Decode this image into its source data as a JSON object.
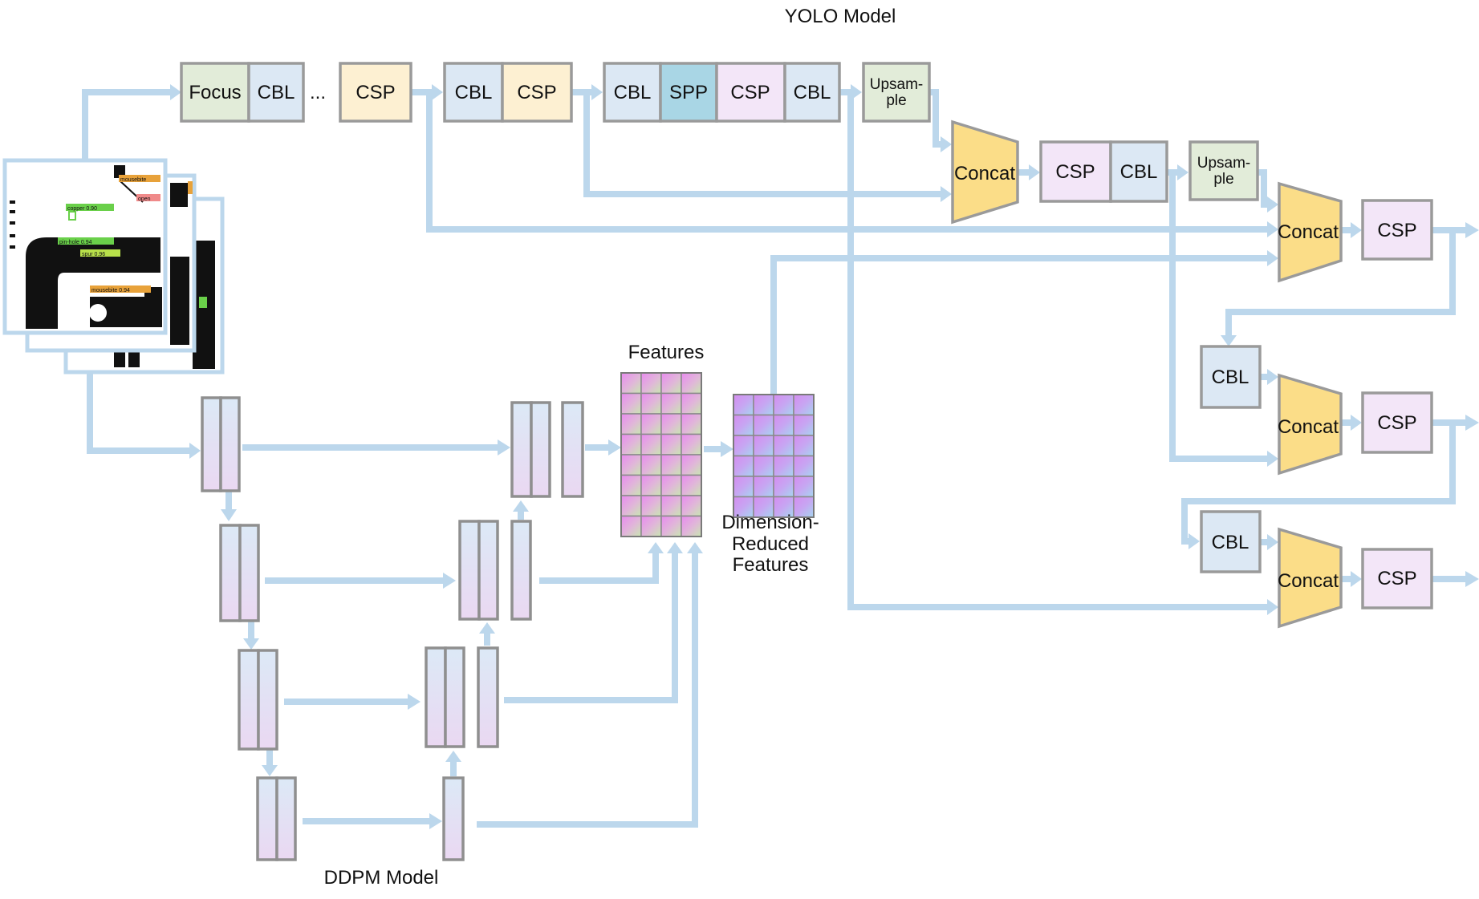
{
  "titles": {
    "yolo": "YOLO Model",
    "ddpm": "DDPM Model",
    "features": "Features",
    "reduced_line1": "Dimension-",
    "reduced_line2": "Reduced",
    "reduced_line3": "Features"
  },
  "blocks": {
    "focus": "Focus",
    "cbl": "CBL",
    "ellipsis": "...",
    "csp": "CSP",
    "spp": "SPP",
    "upsample_line1": "Upsam-",
    "upsample_line2": "ple",
    "concat": "Concat"
  },
  "pcb_labels": {
    "copper": "copper 0.90",
    "pinhole": "pin-hole 0.94",
    "spur": "spur 0.96",
    "mousebite1": "mousebite 0.94",
    "mousebite2": "mousebite",
    "open": "open"
  },
  "colors": {
    "focus": "#e2ecd9",
    "cbl": "#dce8f4",
    "csp_yellow": "#fdf0d2",
    "spp": "#a9d6e5",
    "csp_lilac": "#f3e6f8",
    "upsample": "#e2ecd9",
    "concat": "#fbdd88",
    "connector": "#bcd7ec",
    "border": "#9a9a9a"
  }
}
